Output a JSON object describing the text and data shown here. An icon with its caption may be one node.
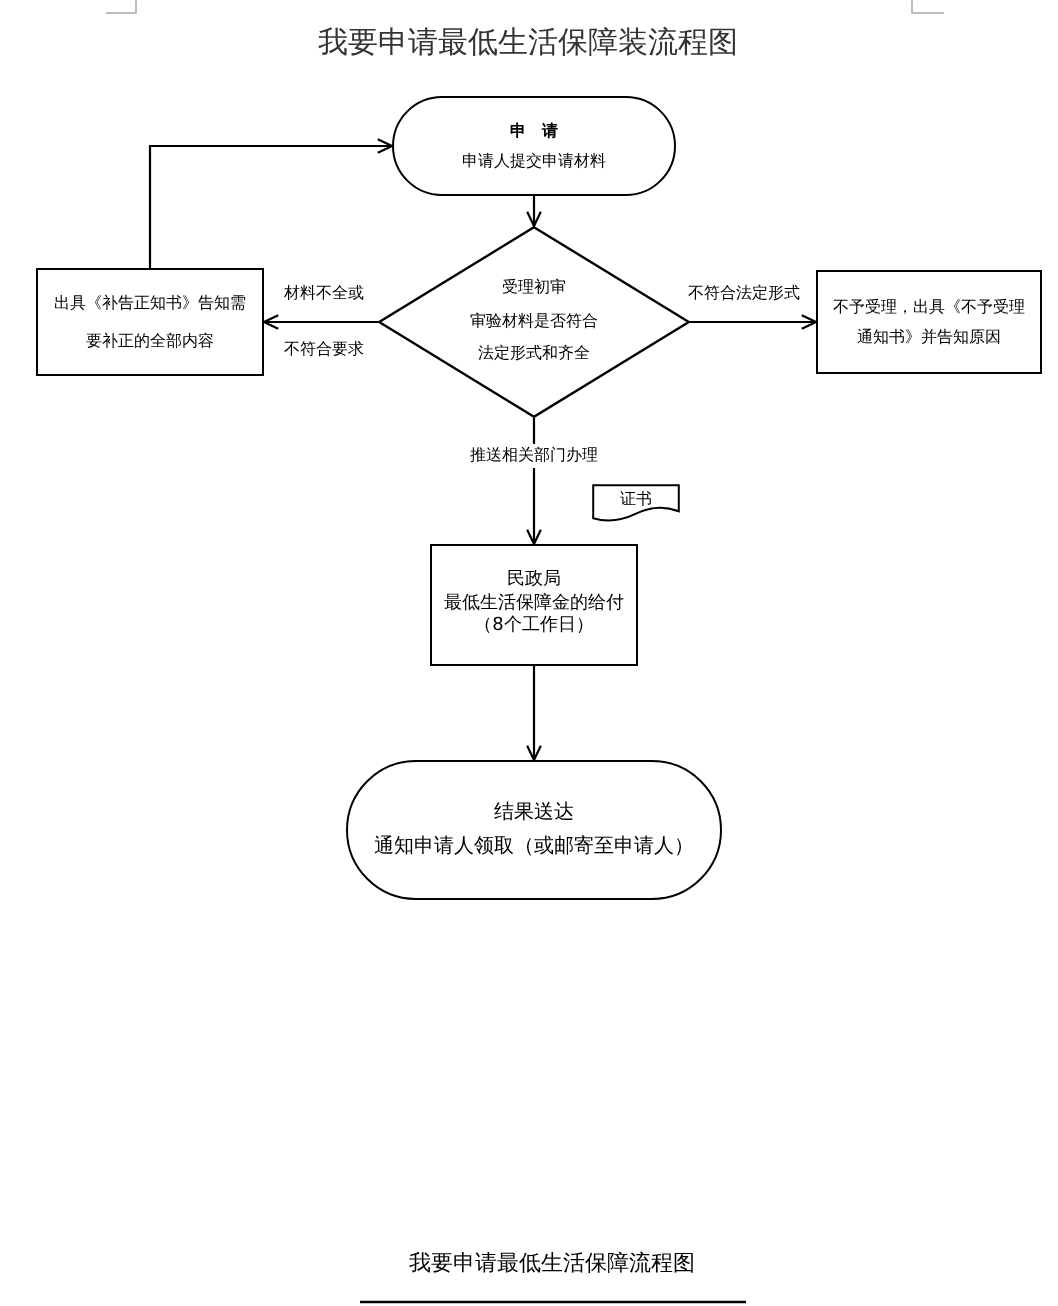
{
  "diagram": {
    "title": "我要申请最低生活保障装流程图",
    "nodes": [
      {
        "text": [
          "申　请",
          "申请人提交申请材料"
        ]
      },
      {
        "text": [
          "出具《补告正知书》告知需要补正的全部内容"
        ]
      },
      {
        "text": [
          "受理初审",
          "审验材料是否符合法定形式和齐全"
        ]
      },
      {
        "text": [
          "不予受理，出具《不予受理通知书》并告知原因"
        ]
      },
      {
        "text": [
          "证书"
        ]
      },
      {
        "text": [
          "民政局",
          "最低生活保障金的给付（8个工作日）"
        ]
      },
      {
        "text": [
          "结果送达",
          "通知申请人领取（或邮寄至申请人）"
        ]
      }
    ],
    "edges": [
      {
        "from": 0,
        "to": 2,
        "arrow": "to"
      },
      {
        "from": 2,
        "to": 1,
        "arrow": "to",
        "label": "材料不全或不符合要求"
      },
      {
        "from": 2,
        "to": 3,
        "arrow": "to",
        "label": "不符合法定形式"
      },
      {
        "from": 1,
        "to": 0,
        "arrow": "to"
      },
      {
        "from": 2,
        "to": 5,
        "arrow": "to",
        "label": "推送相关部门办理"
      },
      {
        "from": 5,
        "to": 6,
        "arrow": "to"
      }
    ],
    "caption": "我要申请最低生活保障流程图"
  }
}
